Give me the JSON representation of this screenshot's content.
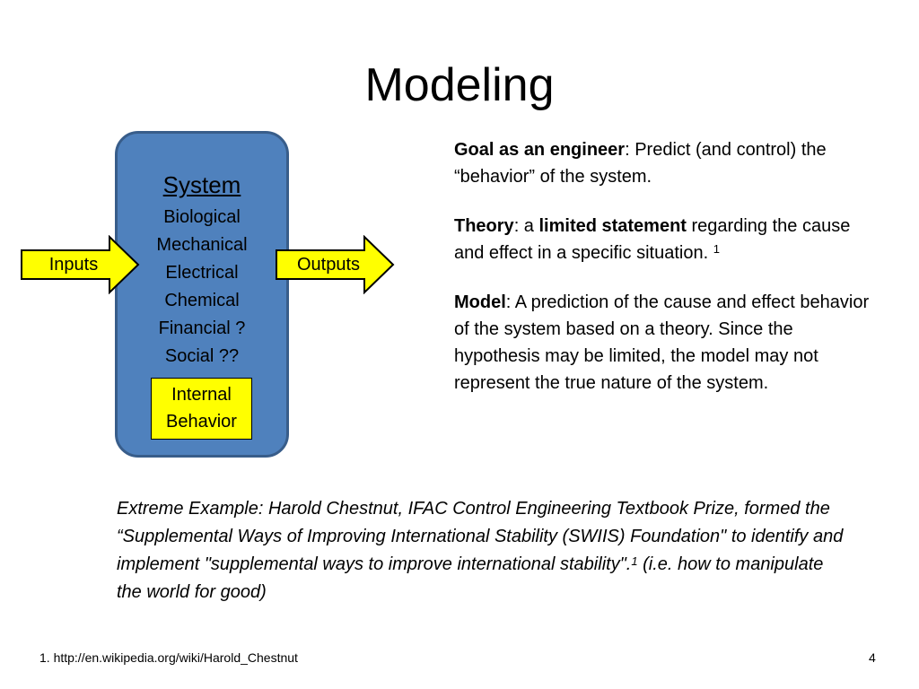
{
  "slide": {
    "title": "Modeling",
    "page_number": "4"
  },
  "diagram": {
    "system_label": "System",
    "system_types": [
      "Biological",
      "Mechanical",
      "Electrical",
      "Chemical",
      "Financial ?",
      "Social ??"
    ],
    "internal_behavior": [
      "Internal",
      "Behavior"
    ],
    "inputs_label": "Inputs",
    "outputs_label": "Outputs",
    "colors": {
      "system_fill": "#4f81bd",
      "system_border": "#385d8a",
      "arrow_fill": "#ffff00",
      "internal_fill": "#ffff00"
    }
  },
  "definitions": {
    "goal": {
      "term": "Goal as an engineer",
      "text": ": Predict (and control) the “behavior” of the system."
    },
    "theory": {
      "term": "Theory",
      "text_before": ": a ",
      "emphasis": "limited statement",
      "text_after": " regarding the cause and effect in a specific situation. ",
      "footnote_ref": "1"
    },
    "model": {
      "term": "Model",
      "text": ": A prediction of the cause and effect behavior of the system  based on a theory. Since the hypothesis may be limited, the model may not represent the true nature of the system."
    }
  },
  "extreme_example": {
    "text_before": "Extreme Example: Harold Chestnut, IFAC Control Engineering Textbook Prize, formed the  “Supplemental Ways of Improving International Stability (SWIIS) Foundation\" to identify and implement \"supplemental ways to improve international stability\".",
    "footnote_ref": "1",
    "text_after": "  (i.e. how to manipulate the world for good)"
  },
  "footnote": {
    "text": "1. http://en.wikipedia.org/wiki/Harold_Chestnut"
  }
}
